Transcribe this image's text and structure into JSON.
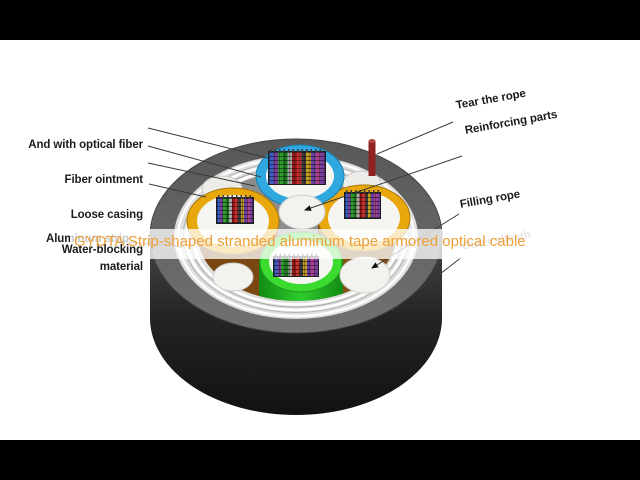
{
  "diagram": {
    "title": "GYDTA Strip-shaped stranded aluminum tape armored optical cable",
    "labels_left": [
      {
        "text": "And with optical fiber"
      },
      {
        "text": "Fiber ointment"
      },
      {
        "text": "Loose casing"
      },
      {
        "text": "Water-blocking\nmaterial"
      },
      {
        "text": "Aluminum strip"
      }
    ],
    "labels_right": [
      {
        "text": "Tear the rope"
      },
      {
        "text": "Reinforcing parts"
      },
      {
        "text": "Filling rope"
      },
      {
        "text": "Outer sheath"
      }
    ],
    "colors": {
      "title_orange": "#ED9F38",
      "loose_tube_blue": "#2FA8E0",
      "loose_tube_amber": "#E8A70A",
      "loose_tube_green": "#3ADB2E",
      "tear_rope_red": "#8E2422",
      "outer_sheath_dark": "#1A1A1A",
      "filling_rope_white": "#F2F2EE"
    }
  }
}
